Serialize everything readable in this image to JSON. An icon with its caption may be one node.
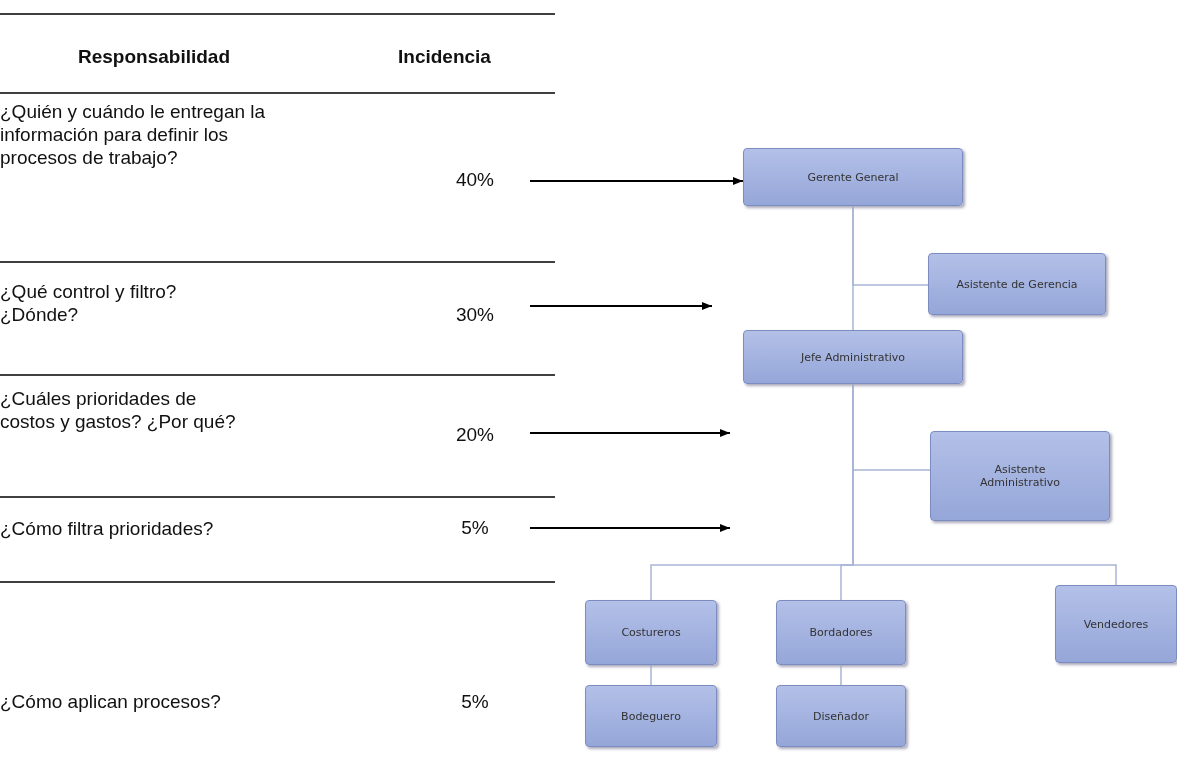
{
  "diagram": {
    "nodes": [
      {
        "text": [
          "Gerente General"
        ]
      },
      {
        "text": [
          "Asistente de Gerencia"
        ]
      },
      {
        "text": [
          "Jefe Administrativo"
        ]
      },
      {
        "text": [
          "Asistente Administrativo"
        ]
      },
      {
        "text": [
          "Costureros"
        ]
      },
      {
        "text": [
          "Bordadores"
        ]
      },
      {
        "text": [
          "Vendedores"
        ]
      },
      {
        "text": [
          "Bodeguero"
        ]
      },
      {
        "text": [
          "Diseñador"
        ]
      },
      {
        "text": [
          "40%"
        ]
      },
      {
        "text": [
          "30%"
        ]
      },
      {
        "text": [
          "20%"
        ]
      },
      {
        "text": [
          "5%"
        ]
      }
    ],
    "edges": [
      {
        "from": 0,
        "to": 1,
        "arrow": "none"
      },
      {
        "from": 0,
        "to": 2,
        "arrow": "none"
      },
      {
        "from": 2,
        "to": 3,
        "arrow": "none"
      },
      {
        "from": 2,
        "to": 4,
        "arrow": "none"
      },
      {
        "from": 2,
        "to": 5,
        "arrow": "none"
      },
      {
        "from": 2,
        "to": 6,
        "arrow": "none"
      },
      {
        "from": 4,
        "to": 7,
        "arrow": "none"
      },
      {
        "from": 5,
        "to": 8,
        "arrow": "none"
      },
      {
        "from": 9,
        "to": 0,
        "arrow": "to",
        "color": "#000000"
      },
      {
        "from": 10,
        "to": null,
        "arrow": "to",
        "color": "#000000"
      },
      {
        "from": 11,
        "to": null,
        "arrow": "to",
        "color": "#000000"
      },
      {
        "from": 12,
        "to": null,
        "arrow": "to",
        "color": "#000000"
      }
    ],
    "labels": [
      "Responsabilidad",
      "Incidencia",
      "¿Quién y cuándo le entregan la información para definir los procesos de trabajo?",
      "¿Qué control y filtro? ¿Dónde?",
      "¿Cuáles prioridades de costos y gastos? ¿Por qué?",
      "¿Cómo filtra prioridades?",
      "¿Cómo aplican procesos?",
      "5%"
    ]
  }
}
